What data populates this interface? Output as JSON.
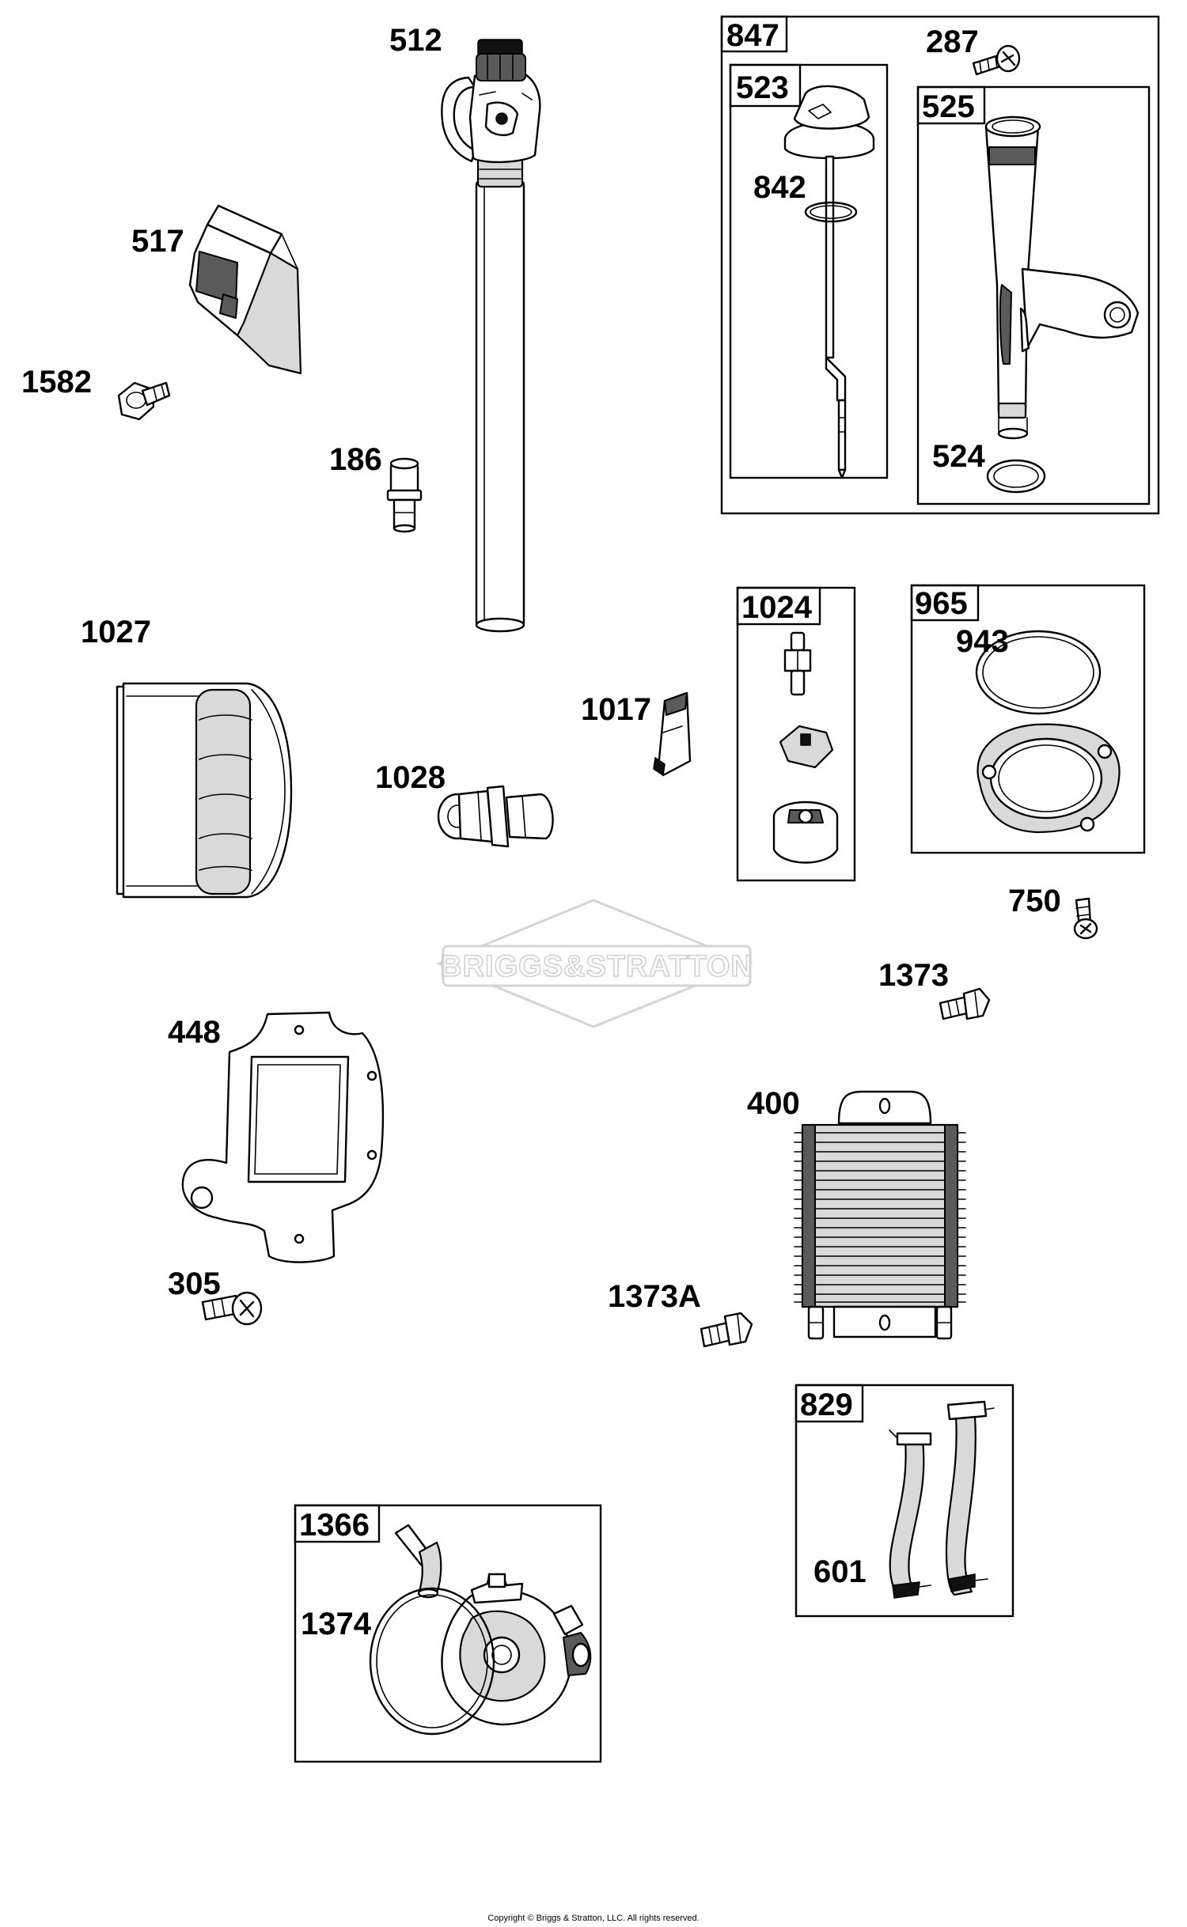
{
  "watermark": {
    "brand_text": "BRIGGS&STRATTON"
  },
  "kits": [
    {
      "id": "847"
    },
    {
      "id": "523"
    },
    {
      "id": "525"
    },
    {
      "id": "1024"
    },
    {
      "id": "965"
    },
    {
      "id": "829"
    },
    {
      "id": "1366"
    }
  ],
  "parts": [
    {
      "id": "512"
    },
    {
      "id": "287"
    },
    {
      "id": "842"
    },
    {
      "id": "517"
    },
    {
      "id": "1582"
    },
    {
      "id": "186"
    },
    {
      "id": "524"
    },
    {
      "id": "1027"
    },
    {
      "id": "943"
    },
    {
      "id": "1017"
    },
    {
      "id": "1028"
    },
    {
      "id": "750"
    },
    {
      "id": "1373"
    },
    {
      "id": "448"
    },
    {
      "id": "400"
    },
    {
      "id": "305"
    },
    {
      "id": "1373A"
    },
    {
      "id": "601"
    },
    {
      "id": "1374"
    }
  ],
  "footer": {
    "copyright": "Copyright © Briggs & Stratton, LLC. All rights reserved."
  }
}
